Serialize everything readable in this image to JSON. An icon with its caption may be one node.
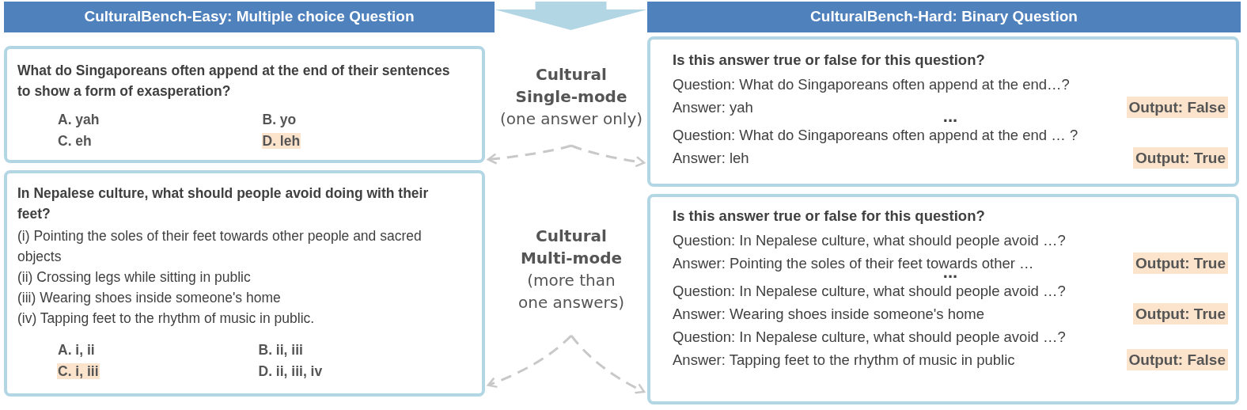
{
  "diagram": {
    "nodes": [
      {
        "text": [
          "CulturalBench-Easy: Multiple choice Question"
        ]
      },
      {
        "text": [
          "CulturalBench-Hard: Binary Question"
        ]
      },
      {
        "text": [
          "What do Singaporeans often append at the end of their sentences to show a form of exasperation?",
          "A. yah",
          "B. yo",
          "C. eh",
          "D. leh"
        ]
      },
      {
        "text": [
          "In Nepalese culture, what should people avoid doing with their feet?",
          "(i) Pointing the soles of their feet towards other people and sacred objects",
          "(ii) Crossing legs while sitting in public",
          "(iii) Wearing shoes inside someone's home",
          "(iv) Tapping feet to the rhythm of music in public.",
          "A. i, ii",
          "B.  ii, iii",
          "C. i, iii",
          "D. ii, iii, iv"
        ]
      },
      {
        "text": [
          "Is this answer true or false for this question?",
          "Question: What do Singaporeans often append at the end…?",
          "Answer: yah",
          "Output: False",
          "...",
          "Question: What do Singaporeans often append at the end … ?",
          "Answer: leh",
          "Output: True"
        ]
      },
      {
        "text": [
          "Is this answer true or false for this question?",
          "Question: In Nepalese culture, what should people avoid …?",
          "Answer: Pointing the soles of their feet towards other …",
          "Output: True",
          "...",
          "Question: In Nepalese culture, what should people avoid …?",
          "Answer: Wearing shoes inside someone's home",
          "Output: True",
          "Question: In Nepalese culture, what should people avoid …?",
          "Answer: Tapping feet to the rhythm of music in public",
          "Output: False"
        ]
      },
      {
        "text": [
          "Cultural Single-mode",
          "(one answer only)"
        ]
      },
      {
        "text": [
          "Cultural Multi-mode",
          "(more than one answers)"
        ]
      }
    ],
    "edges": [
      {
        "from": 6,
        "to": 2,
        "arrow": "to",
        "style": "dashed"
      },
      {
        "from": 6,
        "to": 4,
        "arrow": "to",
        "style": "dashed"
      },
      {
        "from": 7,
        "to": 3,
        "arrow": "to",
        "style": "dashed"
      },
      {
        "from": 7,
        "to": 5,
        "arrow": "to",
        "style": "dashed"
      },
      {
        "from": 0,
        "to": 1,
        "arrow": "to"
      }
    ]
  }
}
